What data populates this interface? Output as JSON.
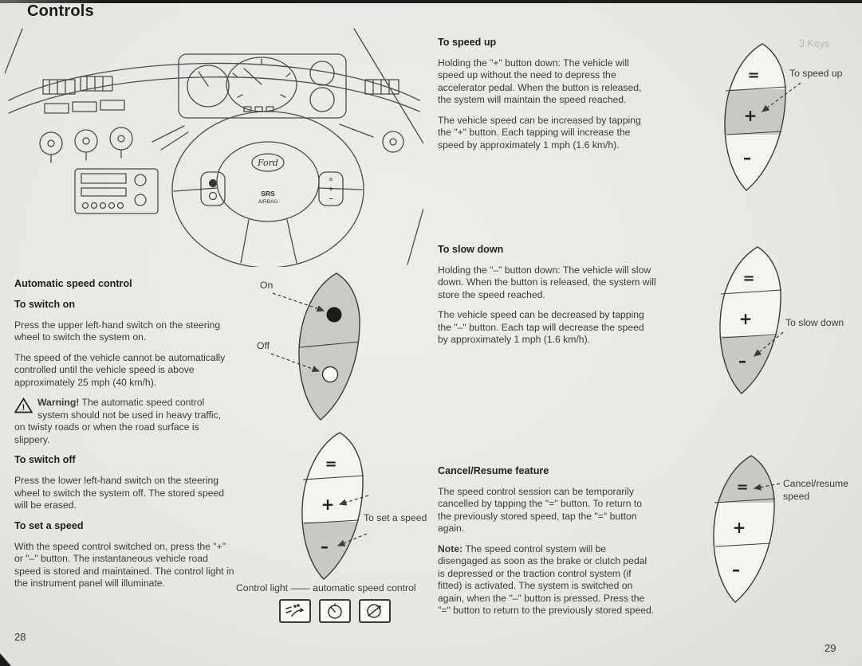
{
  "page": {
    "title": "Controls",
    "page_left": "28",
    "page_right": "29",
    "bleed_text": "3 Keys"
  },
  "icons": {
    "exclaim": "!"
  },
  "illustration": {
    "ford": "Ford",
    "srs": "SRS",
    "airbag": "AIRBAG"
  },
  "buttons": {
    "equals": "=",
    "plus": "+",
    "minus": "–"
  },
  "left": {
    "h1": "Automatic speed control",
    "h2": "To switch on",
    "p1": "Press the upper left-hand switch on the steering wheel to switch the system on.",
    "p2": "The speed of the vehicle cannot be automatically controlled until the vehicle speed is above approximately 25 mph (40 km/h).",
    "warning_label": "Warning!",
    "warning_text": "The automatic speed control system should not be used in heavy traffic, on twisty roads or when the road surface is slippery.",
    "h3": "To switch off",
    "p3": "Press the lower left-hand switch on the steering wheel to switch the system off. The stored speed will be erased.",
    "h4": "To set a speed",
    "p4": "With the speed control switched on, press the \"+\" or \"–\" button. The instantaneous vehicle road speed is stored and maintained. The control light in the instrument panel will illuminate."
  },
  "middle": {
    "on_label": "On",
    "off_label": "Off",
    "set_speed_label": "To set a speed",
    "caption": "Control light —— automatic speed control"
  },
  "right": {
    "speed_up_h": "To speed up",
    "speed_up_p1": "Holding the \"+\" button down: The vehicle will speed up without the need to depress the accelerator pedal. When the button is released, the system will maintain the speed reached.",
    "speed_up_p2": "The vehicle speed can be increased by tapping the \"+\" button. Each tapping will increase the speed by approximately 1 mph (1.6 km/h).",
    "slow_down_h": "To slow down",
    "slow_down_p1": "Holding the \"–\" button down: The vehicle will slow down. When the button is released, the system will store the speed reached.",
    "slow_down_p2": "The vehicle speed can be decreased by tapping the \"–\" button. Each tap will decrease the speed by approximately 1 mph (1.6 km/h).",
    "cancel_h": "Cancel/Resume feature",
    "cancel_p1": "The speed control session can be temporarily cancelled by tapping the \"=\" button. To return to the previously stored speed, tap the \"=\" button again.",
    "note_label": "Note:",
    "note_text": "The speed control system will be disengaged as soon as the brake or clutch pedal is depressed or the traction control system (if fitted) is activated. The system is switched on again, when the \"–\" button is pressed. Press the \"=\" button to return to the previously stored speed."
  },
  "labels": {
    "speed_up": "To speed up",
    "slow_down": "To slow down",
    "cancel_resume_1": "Cancel/resume",
    "cancel_resume_2": "speed"
  }
}
